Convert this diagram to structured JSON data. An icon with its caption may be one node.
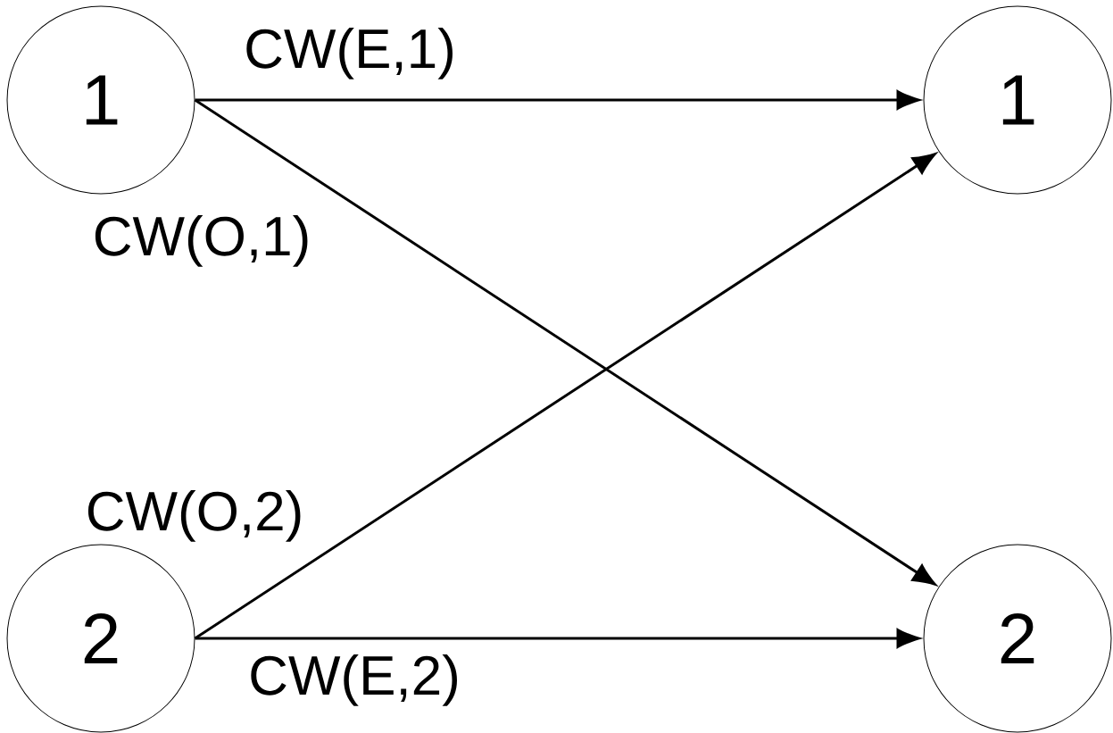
{
  "diagram": {
    "nodes": [
      {
        "text": [
          "1"
        ]
      },
      {
        "text": [
          "1"
        ]
      },
      {
        "text": [
          "2"
        ]
      },
      {
        "text": [
          "2"
        ]
      }
    ],
    "edges": [
      {
        "from": 0,
        "to": 1,
        "arrow": "to",
        "label": "CW(E,1)"
      },
      {
        "from": 0,
        "to": 3,
        "arrow": "to",
        "label": "CW(O,1)"
      },
      {
        "from": 2,
        "to": 1,
        "arrow": "to",
        "label": "CW(O,2)"
      },
      {
        "from": 2,
        "to": 3,
        "arrow": "to",
        "label": "CW(E,2)"
      }
    ]
  }
}
